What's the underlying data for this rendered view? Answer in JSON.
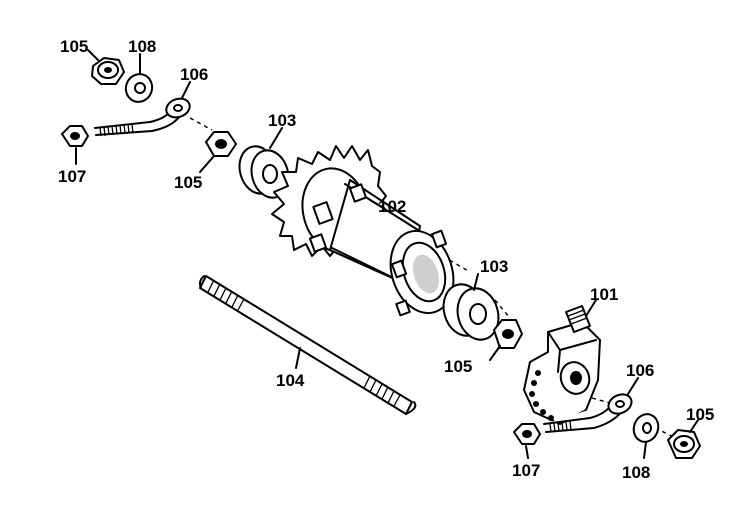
{
  "labels": {
    "p101": "101",
    "p102": "102",
    "p103a": "103",
    "p103b": "103",
    "p104": "104",
    "p105a": "105",
    "p105b": "105",
    "p105c": "105",
    "p105d": "105",
    "p106a": "106",
    "p106b": "106",
    "p107a": "107",
    "p107b": "107",
    "p108a": "108",
    "p108b": "108"
  }
}
